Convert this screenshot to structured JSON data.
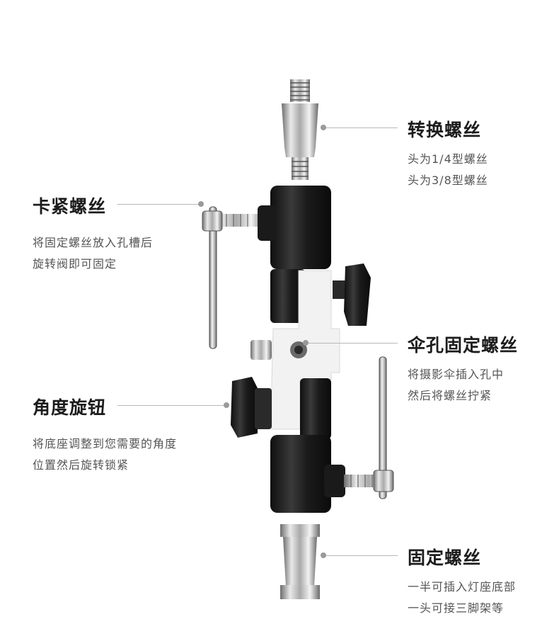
{
  "callouts": {
    "convert_screw": {
      "title": "转换螺丝",
      "lines": [
        "头为1/4型螺丝",
        "头为3/8型螺丝"
      ]
    },
    "clamp_screw": {
      "title": "卡紧螺丝",
      "lines": [
        "将固定螺丝放入孔槽后",
        "旋转阀即可固定"
      ]
    },
    "umbrella_screw": {
      "title": "伞孔固定螺丝",
      "lines": [
        "将摄影伞插入孔中",
        "然后将螺丝拧紧"
      ]
    },
    "angle_knob": {
      "title": "角度旋钮",
      "lines": [
        "将底座调整到您需要的角度",
        "位置然后旋转锁紧"
      ]
    },
    "fixed_screw": {
      "title": "固定螺丝",
      "lines": [
        "一半可插入灯座底部",
        "一头可接三脚架等"
      ]
    }
  },
  "colors": {
    "metal_dark": "#1e1e1e",
    "bracket": "#f2f2f2",
    "chrome": "#c8c8c8",
    "leader": "#b8b8b8"
  }
}
